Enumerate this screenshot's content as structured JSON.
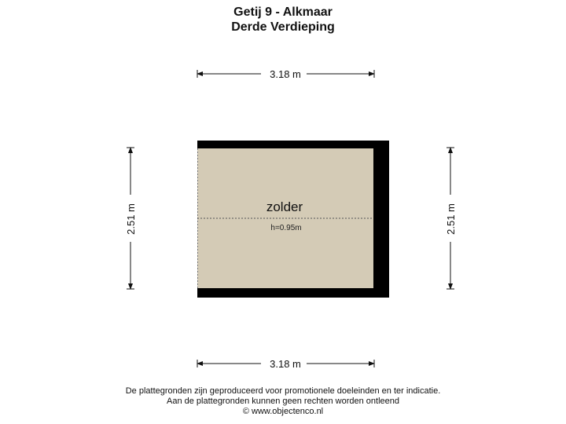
{
  "header": {
    "title": "Getij 9 - Alkmaar",
    "subtitle": "Derde Verdieping"
  },
  "plan": {
    "room_name": "zolder",
    "ceiling_height": "h=0.95m",
    "dimension_top": "3.18 m",
    "dimension_bottom": "3.18 m",
    "dimension_left": "2.51 m",
    "dimension_right": "2.51 m",
    "colors": {
      "floor": "#d4cbb6",
      "wall": "#000000",
      "dimension_line": "#111111"
    }
  },
  "footer": {
    "line1": "De plattegronden zijn geproduceerd voor promotionele doeleinden en ter indicatie.",
    "line2": "Aan de plattegronden kunnen geen rechten worden ontleend",
    "line3": "© www.objectenco.nl"
  }
}
